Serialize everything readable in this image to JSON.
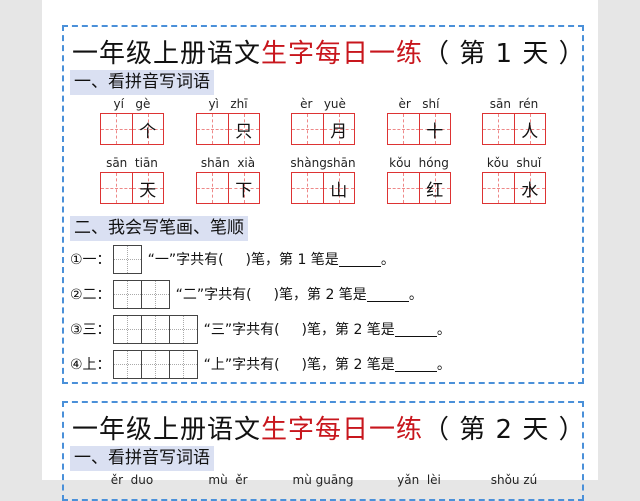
{
  "days": [
    {
      "title_black": "一年级上册语文",
      "title_red": "生字每日一练",
      "title_suffix": "（ 第 1 天 ）",
      "section1": "一、看拼音写词语",
      "words": [
        {
          "pinyin": "yí   gè",
          "chars": [
            "",
            "个"
          ]
        },
        {
          "pinyin": "yì   zhī",
          "chars": [
            "",
            "只"
          ]
        },
        {
          "pinyin": "èr   yuè",
          "chars": [
            "",
            "月"
          ]
        },
        {
          "pinyin": "èr   shí",
          "chars": [
            "",
            "十"
          ]
        },
        {
          "pinyin": "sān  rén",
          "chars": [
            "",
            "人"
          ]
        },
        {
          "pinyin": "sān  tiān",
          "chars": [
            "",
            "天"
          ]
        },
        {
          "pinyin": "shān  xià",
          "chars": [
            "",
            "下"
          ]
        },
        {
          "pinyin": "shàngshān",
          "chars": [
            "",
            "山"
          ]
        },
        {
          "pinyin": "kǒu  hóng",
          "chars": [
            "",
            "红"
          ]
        },
        {
          "pinyin": "kǒu  shuǐ",
          "chars": [
            "",
            "水"
          ]
        }
      ],
      "section2": "二、我会写笔画、笔顺",
      "strokes": [
        {
          "label": "①一：",
          "cells": 1,
          "q1": "“一”字共有(",
          "q2": ")笔，第 1 笔是",
          "end": "。"
        },
        {
          "label": "②二：",
          "cells": 2,
          "q1": "“二”字共有(",
          "q2": ")笔，第 2 笔是",
          "end": "。"
        },
        {
          "label": "③三：",
          "cells": 3,
          "q1": "“三”字共有(",
          "q2": ")笔，第 2 笔是",
          "end": "。"
        },
        {
          "label": "④上：",
          "cells": 3,
          "q1": "“上”字共有(",
          "q2": ")笔，第 2 笔是",
          "end": "。"
        }
      ]
    },
    {
      "title_black": "一年级上册语文",
      "title_red": "生字每日一练",
      "title_suffix": "（ 第 2 天 ）",
      "section1": "一、看拼音写词语",
      "pinyin_partial": [
        "ěr  duo",
        "mù  ěr",
        "mù guāng",
        "yǎn  lèi",
        "shǒu zú"
      ]
    }
  ]
}
